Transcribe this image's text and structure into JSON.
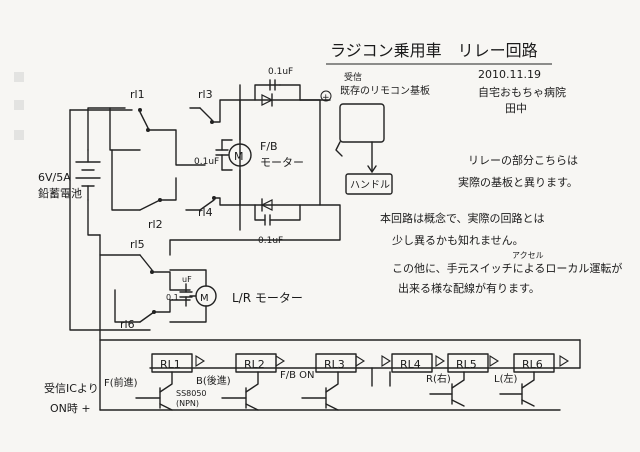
{
  "header": {
    "title": "ラジコン乗用車　リレー回路",
    "date": "2010.11.19",
    "author_org": "自宅おもちゃ病院",
    "author_name": "田中"
  },
  "notes": {
    "relay_note_line1": "リレーの部分こちらは",
    "relay_note_line2": "実際の基板と異ります。",
    "concept_line1": "本回路は概念で、実際の回路とは",
    "concept_line2": "少し異るかも知れません。",
    "other_line1": "この他に、手元スイッチによるローカル運転が",
    "other_line1_ruby": "アクセル",
    "other_line2": "出来る様な配線が有ります。"
  },
  "labels": {
    "battery": "6V/5A",
    "battery_type": "鉛蓄電池",
    "board_small": "受信",
    "board": "既存のリモコン基板",
    "handle": "ハンドル",
    "motor_main_line1": "F/B",
    "motor_main_line2": "モーター",
    "motor_steer": "L/R モーター",
    "cap_top": "0.1uF",
    "cap_left": "0.1uF",
    "cap_bottom": "0.1uF",
    "cap_steer_top": "uF",
    "cap_steer_left": "0.1",
    "plus_mark": "+",
    "on_note_line1": "受信ICより",
    "on_note_line2": "ON時 +",
    "transistor_label": "SS8050",
    "transistor_type": "(NPN)",
    "sig_forward": "F(前進)",
    "sig_back": "B(後進)",
    "sig_fb_on": "F/B ON",
    "sig_right": "R(右)",
    "sig_left": "L(左)"
  },
  "relays": {
    "rl1": "rl1",
    "rl2": "rl2",
    "rl3": "rl3",
    "rl4": "rl4",
    "rl5": "rl5",
    "rl6": "rl6"
  },
  "coils": [
    "RL1",
    "RL2",
    "RL3",
    "RL4",
    "RL5",
    "RL6"
  ],
  "motor_symbol": "M"
}
